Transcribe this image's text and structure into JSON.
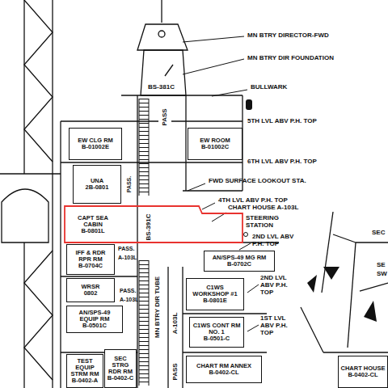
{
  "diagram": {
    "nodes": [
      {
        "text": [
          "EW CLG RM",
          "B-01002E"
        ]
      },
      {
        "text": [
          "EW ROOM",
          "B-01002C"
        ]
      },
      {
        "text": [
          "UNA",
          "2B-0801"
        ]
      },
      {
        "text": [
          "CAPT SEA CABIN",
          "B-0801L"
        ]
      },
      {
        "text": [
          "IFF & RDR RPR RM",
          "B-0704C"
        ]
      },
      {
        "text": [
          "WRSR",
          "0802"
        ]
      },
      {
        "text": [
          "AN/SPS-49 EQUIP RM",
          "B-0501C"
        ]
      },
      {
        "text": [
          "TEST EQUIP STRM RM",
          "B-0402-A"
        ]
      },
      {
        "text": [
          "SEC STRG RDR RM",
          "B-0402-C"
        ]
      },
      {
        "text": [
          "AN/SPS-49 MG RM",
          "B-0702C"
        ]
      },
      {
        "text": [
          "C1WS WORKSHOP #1",
          "B-0801E"
        ]
      },
      {
        "text": [
          "C1WS CONT RM NO. 1",
          "B-0501-C"
        ]
      },
      {
        "text": [
          "CHART RM ANNEX",
          "B-0402-CL"
        ]
      },
      {
        "text": [
          "CHART HOUSE",
          "B-0402-CL"
        ]
      }
    ],
    "labels": [
      "MN BTRY DIRECTOR-FWD",
      "MN BTRY DIR FOUNDATION",
      "BULLWARK",
      "5TH LVL ABV P.H. TOP",
      "6TH LVL ABV P.H. TOP",
      "FWD SURFACE LOOKOUT STA.",
      "4TH LVL ABV P.H. TOP",
      "CHART HOUSE A-103L",
      "STEERING STATION",
      "2ND LVL ABV P.H. TOP",
      "2ND LVL ABV P.H. TOP",
      "1ST LVL ABV P.H. TOP",
      "SEC",
      "SE",
      "SW",
      "BS-381C",
      "PASS",
      "BS-391C",
      "PASS.",
      "PASS.",
      "A-103L",
      "PASS.",
      "A-103L",
      "MN BTRY DIR TUBE",
      "A-103L",
      "PASS"
    ]
  }
}
